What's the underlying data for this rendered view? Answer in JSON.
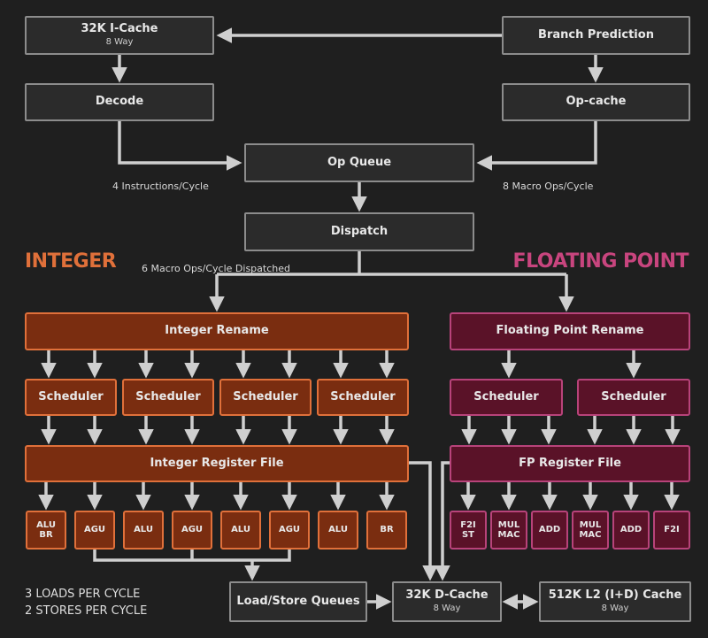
{
  "colors": {
    "background": "#1f1f1f",
    "integer_accent": "#e0703a",
    "fp_accent": "#b8437a",
    "arrow": "#cfcfcf"
  },
  "front_end": {
    "icache": {
      "title": "32K I-Cache",
      "sub": "8 Way"
    },
    "branch_prediction": "Branch Prediction",
    "decode": "Decode",
    "op_cache": "Op-cache",
    "op_queue": "Op Queue",
    "dispatch": "Dispatch",
    "decode_rate": "4 Instructions/Cycle",
    "opcache_rate": "8 Macro Ops/Cycle",
    "dispatch_rate": "6 Macro Ops/Cycle Dispatched"
  },
  "integer": {
    "heading": "INTEGER",
    "rename": "Integer Rename",
    "schedulers": [
      "Scheduler",
      "Scheduler",
      "Scheduler",
      "Scheduler"
    ],
    "register_file": "Integer Register File",
    "units": [
      [
        "ALU",
        "BR"
      ],
      [
        "AGU"
      ],
      [
        "ALU"
      ],
      [
        "AGU"
      ],
      [
        "ALU"
      ],
      [
        "AGU"
      ],
      [
        "ALU"
      ],
      [
        "BR"
      ]
    ]
  },
  "floating_point": {
    "heading": "FLOATING POINT",
    "rename": "Floating Point Rename",
    "schedulers": [
      "Scheduler",
      "Scheduler"
    ],
    "register_file": "FP Register File",
    "units": [
      [
        "F2I",
        "ST"
      ],
      [
        "MUL",
        "MAC"
      ],
      [
        "ADD"
      ],
      [
        "MUL",
        "MAC"
      ],
      [
        "ADD"
      ],
      [
        "F2I"
      ]
    ]
  },
  "memory": {
    "load_store": "Load/Store Queues",
    "dcache": {
      "title": "32K D-Cache",
      "sub": "8 Way"
    },
    "l2": {
      "title": "512K L2 (I+D) Cache",
      "sub": "8 Way"
    },
    "loads_note": "3 LOADS PER CYCLE",
    "stores_note": "2 STORES PER CYCLE"
  }
}
